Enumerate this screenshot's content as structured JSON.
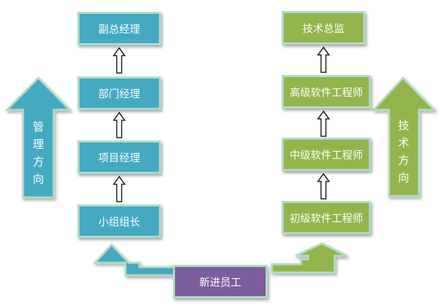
{
  "management": {
    "boxes": [
      "副总经理",
      "部门经理",
      "项目经理",
      "小组组长"
    ],
    "direction_label": [
      "管",
      "理",
      "方",
      "向"
    ]
  },
  "technical": {
    "boxes": [
      "技术总监",
      "高级软件工程师",
      "中级软件工程师",
      "初级软件工程师"
    ],
    "direction_label": [
      "技",
      "术",
      "方",
      "向"
    ]
  },
  "start": "新进员工",
  "colors": {
    "blue": "#44a9c2",
    "green": "#92b54b",
    "purple": "#7d5d9e",
    "border": "#b3dcc6",
    "arrow_outline": "#1a1a1a"
  }
}
